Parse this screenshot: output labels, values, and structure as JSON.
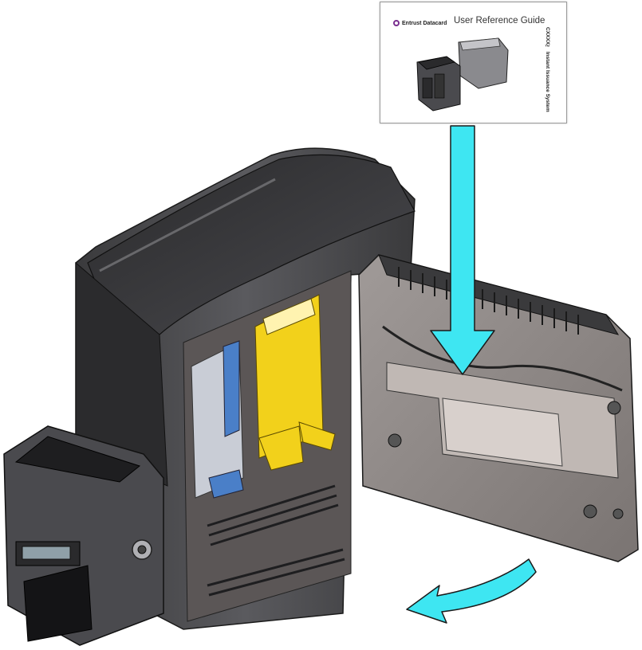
{
  "guide": {
    "brand": "Entrust Datacard",
    "title": "User Reference Guide",
    "side_text": "CXXXX™ Instant Issuance System"
  },
  "icons": {
    "brand_logo": "entrust-datacard-logo-icon",
    "down_arrow": "cyan-down-arrow-icon",
    "curved_arrow": "cyan-curved-arrow-icon"
  },
  "colors": {
    "arrow": "#3ee6f2",
    "arrow_outline": "#1a1a1a",
    "printer_body": "#3c3c3e",
    "printer_dark": "#1e1e20",
    "door_interior": "#8a8484",
    "ribbon_yellow": "#f2d11b",
    "ribbon_blue": "#4a7fc8",
    "brand_purple": "#7a2f8f"
  }
}
